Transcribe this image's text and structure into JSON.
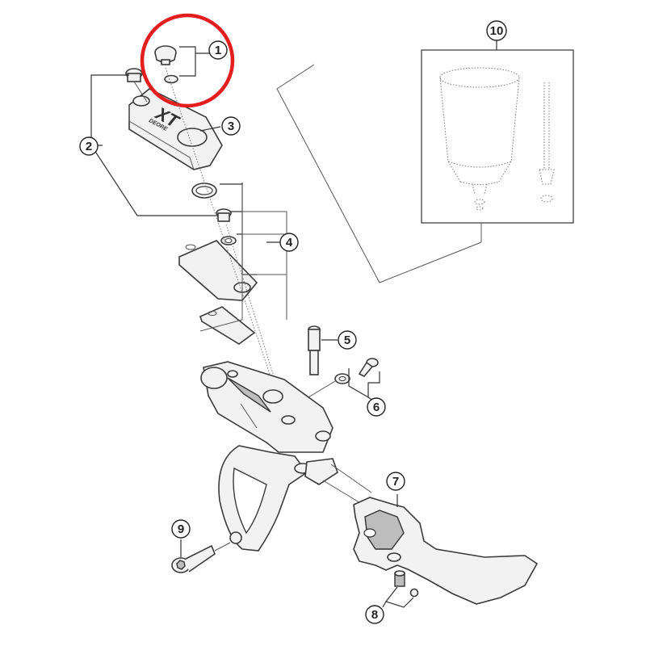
{
  "callouts": [
    {
      "number": "1"
    },
    {
      "number": "2"
    },
    {
      "number": "3"
    },
    {
      "number": "4"
    },
    {
      "number": "5"
    },
    {
      "number": "6"
    },
    {
      "number": "7"
    },
    {
      "number": "8"
    },
    {
      "number": "9"
    },
    {
      "number": "10"
    }
  ],
  "cover_text": {
    "model": "XT",
    "series": "DEORE"
  },
  "colors": {
    "highlight": "#e41e1e",
    "line": "#333333"
  }
}
